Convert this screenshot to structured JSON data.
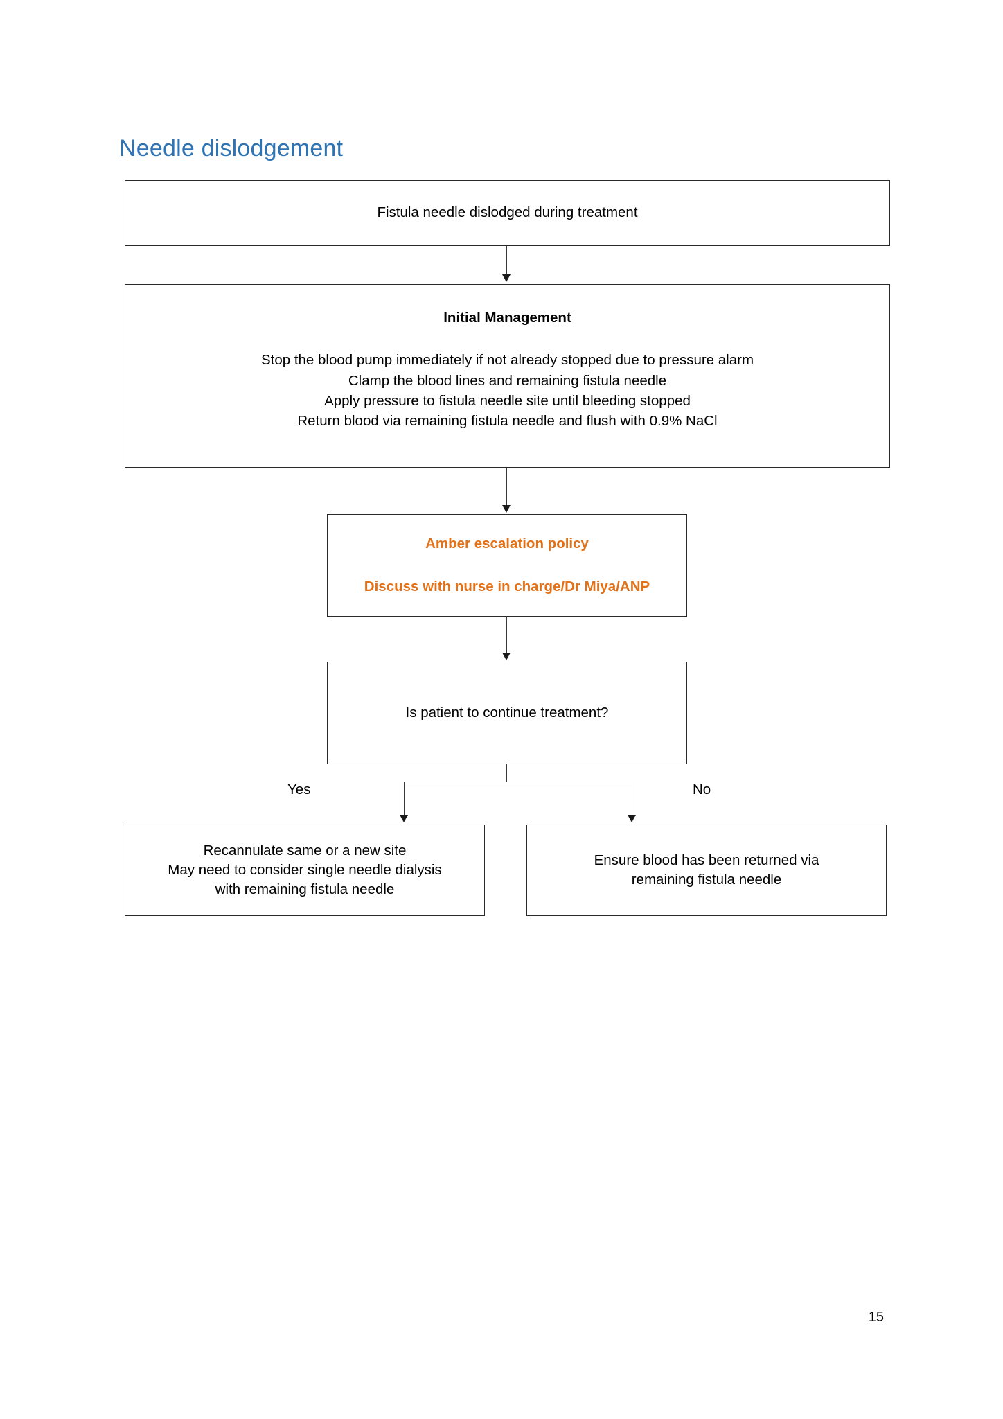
{
  "document": {
    "heading": "Needle dislodgement",
    "heading_color": "#2E74B5",
    "page_number": "15"
  },
  "flowchart": {
    "type": "flowchart",
    "accent_color": "#E2721A",
    "nodes": [
      {
        "id": "start",
        "kind": "process",
        "text": "Fistula needle dislodged during treatment"
      },
      {
        "id": "initial-management",
        "kind": "process",
        "title": "Initial Management",
        "lines": [
          "Stop the blood pump immediately if not already stopped due to pressure alarm",
          "Clamp the blood lines and remaining fistula needle",
          "Apply pressure to fistula needle site until bleeding stopped",
          "Return blood via remaining fistula needle and flush with 0.9% NaCl"
        ]
      },
      {
        "id": "amber-escalation",
        "kind": "escalation",
        "lines": [
          "Amber escalation policy",
          "Discuss with nurse in charge/Dr Miya/ANP"
        ]
      },
      {
        "id": "decision",
        "kind": "decision",
        "text": "Is patient to continue treatment?"
      },
      {
        "id": "outcome-yes",
        "kind": "process",
        "lines": [
          "Recannulate same or a new site",
          "May need to consider single needle dialysis",
          "with remaining fistula needle"
        ]
      },
      {
        "id": "outcome-no",
        "kind": "process",
        "lines": [
          "Ensure blood has been returned via",
          "remaining fistula needle"
        ]
      }
    ],
    "branch_labels": {
      "yes": "Yes",
      "no": "No"
    }
  }
}
